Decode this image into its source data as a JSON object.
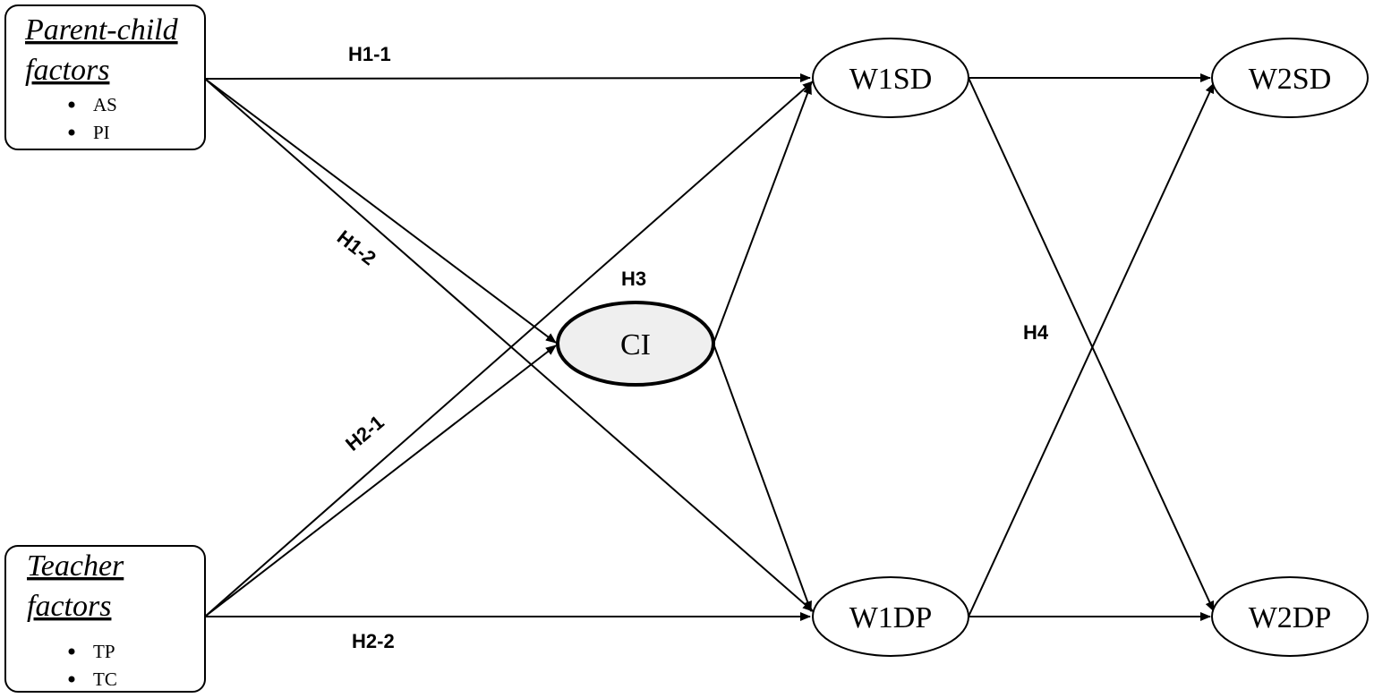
{
  "boxes": {
    "parent_child": {
      "title_line1": "Parent-child",
      "title_line2": "factors",
      "items": [
        "AS",
        "PI"
      ]
    },
    "teacher": {
      "title_line1": "Teacher",
      "title_line2": "factors",
      "items": [
        "TP",
        "TC"
      ]
    }
  },
  "nodes": {
    "ci": "CI",
    "w1sd": "W1SD",
    "w1dp": "W1DP",
    "w2sd": "W2SD",
    "w2dp": "W2DP"
  },
  "hypotheses": {
    "h1_1": "H1-1",
    "h1_2": "H1-2",
    "h2_1": "H2-1",
    "h2_2": "H2-2",
    "h3": "H3",
    "h4": "H4"
  },
  "colors": {
    "ci_fill": "#efefef",
    "stroke": "#000000"
  }
}
